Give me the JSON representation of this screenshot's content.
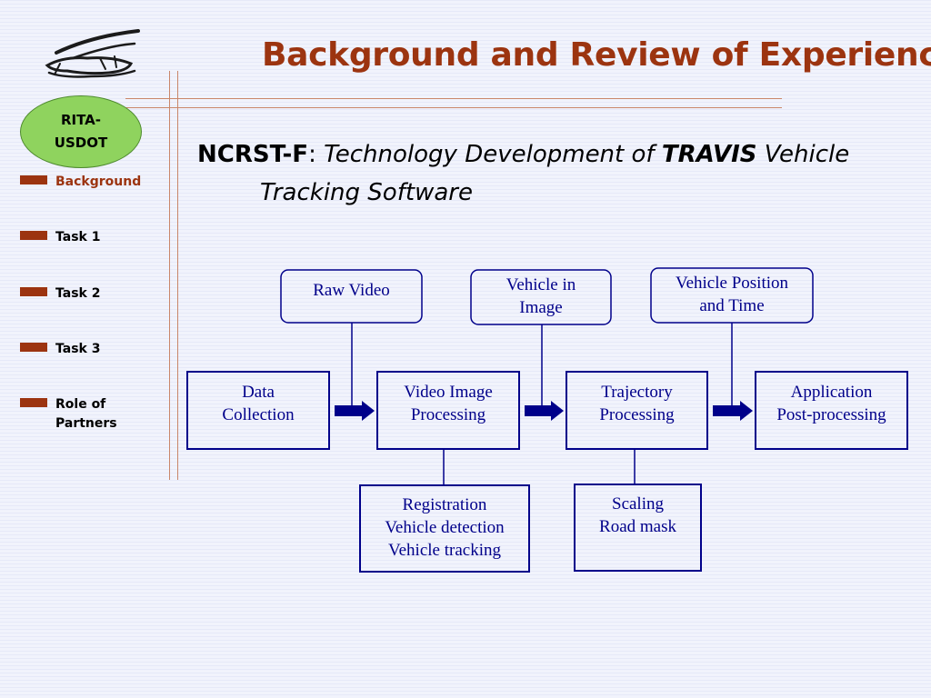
{
  "header": {
    "title": "Background and Review of Experience"
  },
  "sidebar": {
    "badge_lines": [
      "RITA-",
      "USDOT"
    ],
    "items": [
      {
        "label": "Background",
        "active": true
      },
      {
        "label": "Task 1",
        "active": false
      },
      {
        "label": "Task 2",
        "active": false
      },
      {
        "label": "Task 3",
        "active": false
      },
      {
        "label": "Role of Partners",
        "active": false
      }
    ]
  },
  "subtitle": {
    "prefix": "NCRST-F",
    "colon": ":",
    "italic_part1": " Technology Development of ",
    "emphasis": "TRAVIS",
    "italic_part2": " Vehicle",
    "line2": "Tracking Software"
  },
  "diagram": {
    "inputs": [
      {
        "lines": [
          "Raw Video"
        ]
      },
      {
        "lines": [
          "Vehicle in",
          "Image"
        ]
      },
      {
        "lines": [
          "Vehicle Position",
          "and Time"
        ]
      }
    ],
    "stages": [
      {
        "lines": [
          "Data",
          "Collection"
        ]
      },
      {
        "lines": [
          "Video Image",
          "Processing"
        ]
      },
      {
        "lines": [
          "Trajectory",
          "Processing"
        ]
      },
      {
        "lines": [
          "Application",
          "Post-processing"
        ]
      }
    ],
    "details": [
      {
        "lines": [
          "Registration",
          "Vehicle detection",
          "Vehicle tracking"
        ]
      },
      {
        "lines": [
          "Scaling",
          "Road mask"
        ]
      }
    ],
    "colors": {
      "stroke": "#00008a",
      "text": "#00008a"
    }
  }
}
